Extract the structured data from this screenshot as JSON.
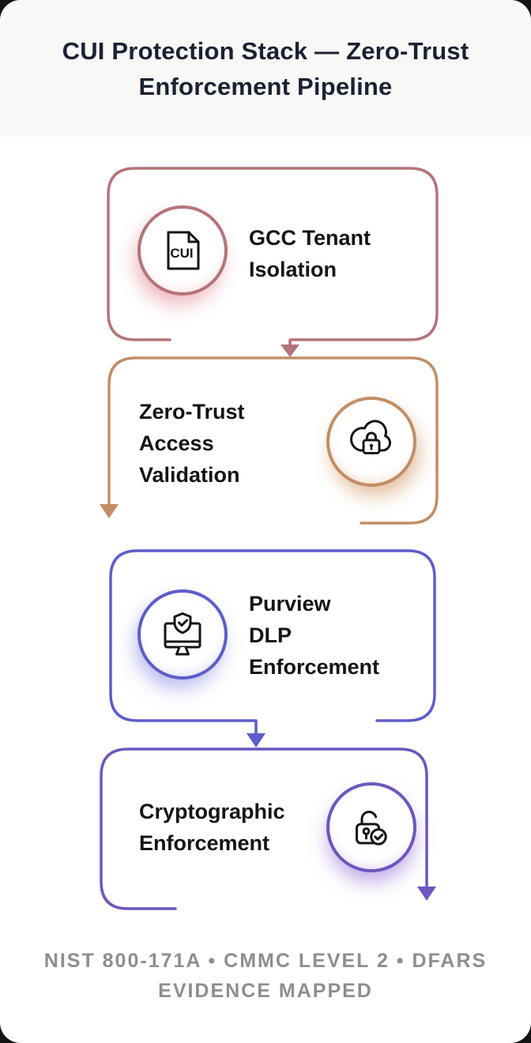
{
  "page": {
    "title": "CUI Protection Stack — Zero-Trust Enforcement Pipeline",
    "footer": "NIST 800-171A • CMMC LEVEL 2 • DFARS EVIDENCE MAPPED",
    "background_color": "#141414",
    "card_color": "#ffffff",
    "header_color": "#f8f8f6",
    "title_color": "#1b2134",
    "footer_color": "#8e8e8e",
    "icon_stroke_color": "#141414"
  },
  "steps": [
    {
      "label": "GCC Tenant Isolation",
      "lines": [
        "GCC Tenant",
        "Isolation"
      ],
      "icon": "cui-document-icon",
      "icon_label": "CUI",
      "color": "#b5737a"
    },
    {
      "label": "Zero-Trust Access Validation",
      "lines": [
        "Zero-Trust",
        "Access",
        "Validation"
      ],
      "icon": "cloud-lock-icon",
      "color": "#c28e66"
    },
    {
      "label": "Purview DLP Enforcement",
      "lines": [
        "Purview",
        "DLP",
        "Enforcement"
      ],
      "icon": "monitor-shield-check-icon",
      "color": "#5d5dcc"
    },
    {
      "label": "Cryptographic Enforcement",
      "lines": [
        "Cryptographic",
        "Enforcement"
      ],
      "icon": "unlock-check-icon",
      "color": "#6f55be"
    }
  ]
}
